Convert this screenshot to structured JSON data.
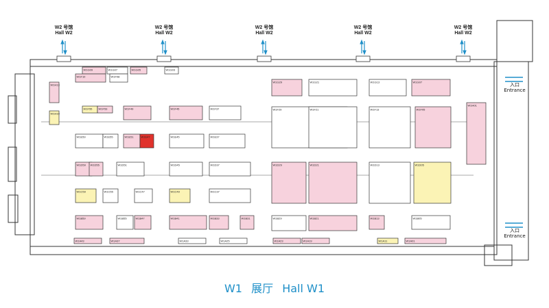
{
  "title": {
    "hall": "W1",
    "cn": "展厅",
    "en": "Hall W1"
  },
  "doors": [
    {
      "line1": "W2 号馆",
      "line2": "Hall W2"
    },
    {
      "line1": "W2 号馆",
      "line2": "Hall W2"
    },
    {
      "line1": "W2 号馆",
      "line2": "Hall W2"
    },
    {
      "line1": "W2 号馆",
      "line2": "Hall W2"
    },
    {
      "line1": "W2 号馆",
      "line2": "Hall W2"
    }
  ],
  "entrances": [
    {
      "cn": "入口",
      "en": "Entrance"
    },
    {
      "cn": "入口",
      "en": "Entrance"
    }
  ],
  "colors": {
    "pink": "#f7d2dd",
    "yellow": "#fbf3b5",
    "highlight": "#e0322c",
    "outline": "#333333",
    "accent": "#1e8fc8"
  },
  "booths": [
    {
      "id": "W1G09",
      "c": "pink"
    },
    {
      "id": "W1G07",
      "c": "white"
    },
    {
      "id": "W1G05",
      "c": "pink"
    },
    {
      "id": "W1G03",
      "c": "white"
    },
    {
      "id": "W1F10",
      "c": "pink"
    },
    {
      "id": "W1F08",
      "c": "white"
    },
    {
      "id": "W1F55",
      "c": "yellow"
    },
    {
      "id": "W1F53",
      "c": "pink"
    },
    {
      "id": "W1F49",
      "c": "pink"
    },
    {
      "id": "W1E59",
      "c": "white"
    },
    {
      "id": "W1E55",
      "c": "white"
    },
    {
      "id": "W1E51",
      "c": "pink"
    },
    {
      "id": "W1E47",
      "c": "red"
    },
    {
      "id": "W1D59",
      "c": "pink"
    },
    {
      "id": "W1D55",
      "c": "pink"
    },
    {
      "id": "W1D51",
      "c": "white"
    },
    {
      "id": "W1C59",
      "c": "yellow"
    },
    {
      "id": "W1C55",
      "c": "white"
    },
    {
      "id": "W1C47",
      "c": "white"
    },
    {
      "id": "W1B59",
      "c": "pink"
    },
    {
      "id": "W1B55",
      "c": "white"
    },
    {
      "id": "W1B47",
      "c": "pink"
    },
    {
      "id": "W1F45",
      "c": "pink"
    },
    {
      "id": "W1F37",
      "c": "white"
    },
    {
      "id": "W1E45",
      "c": "white"
    },
    {
      "id": "W1E37",
      "c": "white"
    },
    {
      "id": "W1D45",
      "c": "white"
    },
    {
      "id": "W1D37",
      "c": "white"
    },
    {
      "id": "W1C49",
      "c": "yellow"
    },
    {
      "id": "W1C37",
      "c": "white"
    },
    {
      "id": "W1B41",
      "c": "pink"
    },
    {
      "id": "W1B33",
      "c": "pink"
    },
    {
      "id": "W1B31",
      "c": "pink"
    },
    {
      "id": "W1G29",
      "c": "pink"
    },
    {
      "id": "W1G21",
      "c": "white"
    },
    {
      "id": "W1F29",
      "c": "white"
    },
    {
      "id": "W1F21",
      "c": "white"
    },
    {
      "id": "W1D29",
      "c": "pink"
    },
    {
      "id": "W1D21",
      "c": "pink"
    },
    {
      "id": "W1B29",
      "c": "white"
    },
    {
      "id": "W1B21",
      "c": "pink"
    },
    {
      "id": "W1G13",
      "c": "white"
    },
    {
      "id": "W1G07",
      "c": "pink"
    },
    {
      "id": "W1F13",
      "c": "white"
    },
    {
      "id": "W1F05",
      "c": "pink"
    },
    {
      "id": "W1D13",
      "c": "white"
    },
    {
      "id": "W1D05",
      "c": "yellow"
    },
    {
      "id": "W1B13",
      "c": "pink"
    },
    {
      "id": "W1B05",
      "c": "white"
    },
    {
      "id": "W1H01",
      "c": "pink"
    },
    {
      "id": "W1A43",
      "c": "pink"
    },
    {
      "id": "W1A37",
      "c": "pink"
    },
    {
      "id": "W1A33",
      "c": "white"
    },
    {
      "id": "W1A25",
      "c": "white"
    },
    {
      "id": "W1A23",
      "c": "pink"
    },
    {
      "id": "W1A19",
      "c": "pink"
    },
    {
      "id": "W1A11",
      "c": "yellow"
    },
    {
      "id": "W1A01",
      "c": "pink"
    },
    {
      "id": "W1H13",
      "c": "pink"
    },
    {
      "id": "W1H10",
      "c": "yellow"
    }
  ]
}
